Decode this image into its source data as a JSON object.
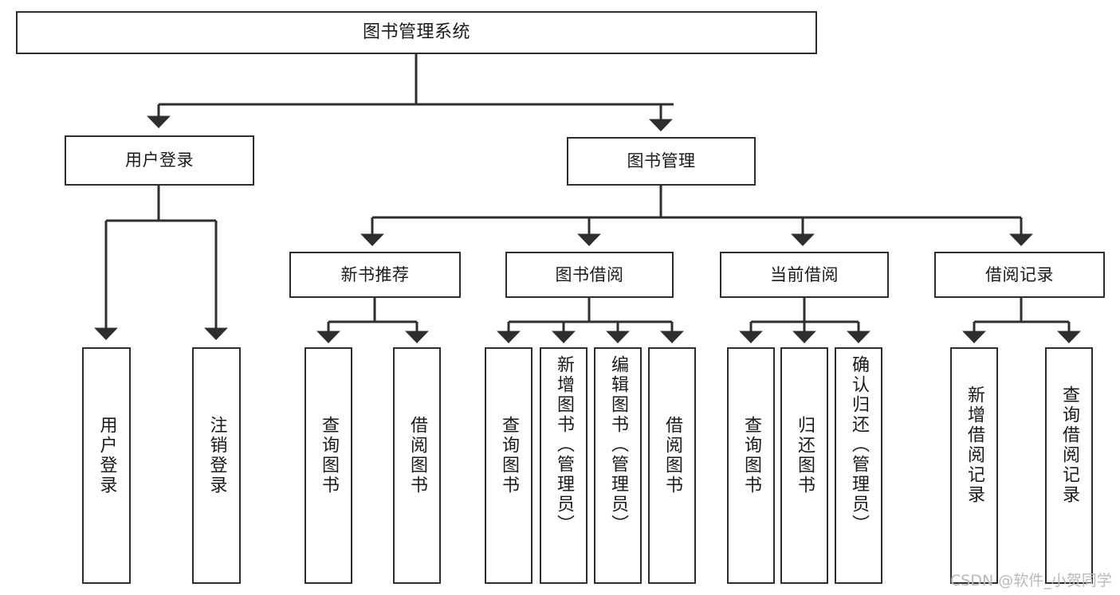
{
  "diagram": {
    "title": "图书管理系统",
    "type": "tree-hierarchy",
    "levels": 4,
    "colors": {
      "stroke": "#2e2e2e",
      "fill": "#ffffff",
      "text": "#1a1a1a",
      "watermark": "#b9b9b9"
    },
    "nodes": {
      "root": {
        "label": "图书管理系统"
      },
      "level2": [
        {
          "id": "user-login",
          "label": "用户登录"
        },
        {
          "id": "book-manage",
          "label": "图书管理"
        }
      ],
      "level3": [
        {
          "id": "new-book-recommend",
          "label": "新书推荐"
        },
        {
          "id": "book-borrow",
          "label": "图书借阅"
        },
        {
          "id": "current-borrow",
          "label": "当前借阅"
        },
        {
          "id": "borrow-record",
          "label": "借阅记录"
        }
      ],
      "leaves": {
        "user-login": [
          {
            "id": "leaf-user-login",
            "label": "用户登录"
          },
          {
            "id": "leaf-logout-login",
            "label": "注销登录"
          }
        ],
        "new-book-recommend": [
          {
            "id": "leaf-query-book-1",
            "label": "查询图书"
          },
          {
            "id": "leaf-borrow-book-1",
            "label": "借阅图书"
          }
        ],
        "book-borrow": [
          {
            "id": "leaf-query-book-2",
            "label": "查询图书"
          },
          {
            "id": "leaf-add-book-admin",
            "label": "新增图书（管理员）"
          },
          {
            "id": "leaf-edit-book-admin",
            "label": "编辑图书（管理员）"
          },
          {
            "id": "leaf-borrow-book-2",
            "label": "借阅图书"
          }
        ],
        "current-borrow": [
          {
            "id": "leaf-query-book-3",
            "label": "查询图书"
          },
          {
            "id": "leaf-return-book",
            "label": "归还图书"
          },
          {
            "id": "leaf-confirm-return-admin",
            "label": "确认归还（管理员）"
          }
        ],
        "borrow-record": [
          {
            "id": "leaf-add-borrow-record",
            "label": "新增借阅记录"
          },
          {
            "id": "leaf-query-borrow-record",
            "label": "查询借阅记录"
          }
        ]
      }
    },
    "watermark": "CSDN @软件_小贺同学"
  }
}
